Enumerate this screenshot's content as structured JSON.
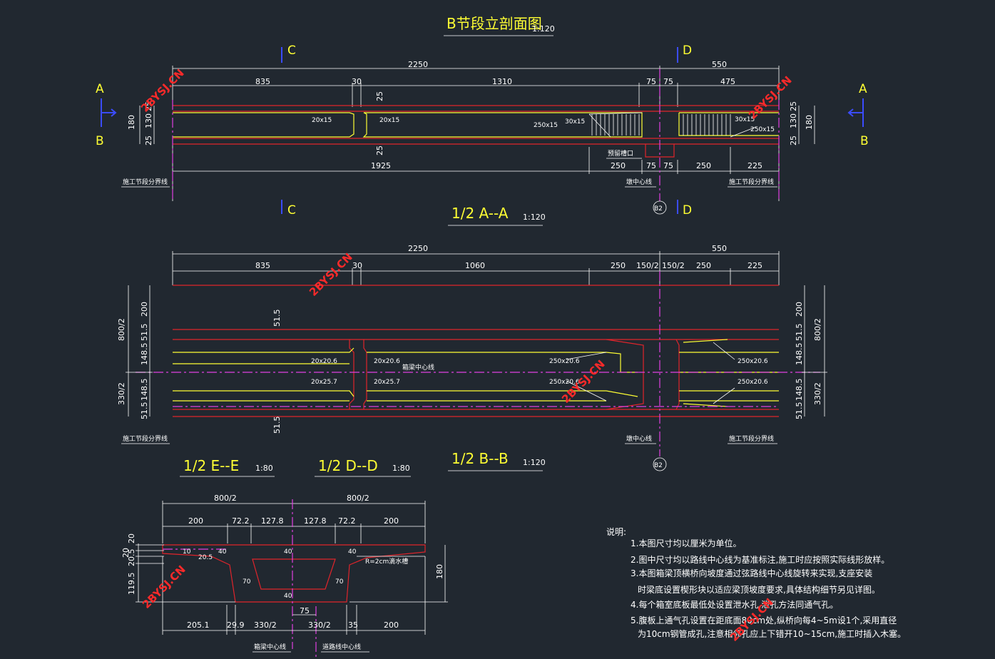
{
  "titles": {
    "b_section": {
      "text": "B节段立剖面图",
      "scale": "1:120"
    },
    "half_aa": {
      "text": "1/2 A--A",
      "scale": "1:120"
    },
    "half_ee": {
      "text": "1/2 E--E",
      "scale": "1:80"
    },
    "half_dd": {
      "text": "1/2 D--D",
      "scale": "1:80"
    },
    "half_bb": {
      "text": "1/2 B--B",
      "scale": "1:120"
    }
  },
  "section_marks": {
    "a": "A",
    "b": "B",
    "c": "C",
    "d": "D"
  },
  "axis_bubble": "B2",
  "watermark": "2BYSJ.CN",
  "elevation": {
    "top_dims": [
      "2250",
      "550",
      "835",
      "30",
      "1310",
      "75",
      "75",
      "475"
    ],
    "bottom_dims": [
      "1925",
      "250",
      "75",
      "75",
      "250",
      "225"
    ],
    "left_dims": [
      "180",
      "130",
      "25",
      "25"
    ],
    "right_dims": [
      "130",
      "180",
      "25",
      "25"
    ],
    "mid_dims": [
      "25",
      "25"
    ],
    "tendons": [
      "20x15",
      "20x15",
      "250x15",
      "30x15",
      "30x15",
      "250x15"
    ],
    "labels": {
      "seg_left": "施工节段分界线",
      "seg_right": "施工节段分界线",
      "pier": "墩中心线",
      "jack": "预留槽口"
    }
  },
  "plan": {
    "top_dims": [
      "2250",
      "550",
      "835",
      "30",
      "1060",
      "250",
      "150/2",
      "150/2",
      "250",
      "225"
    ],
    "left_dims": [
      "800/2",
      "330/2",
      "200",
      "51.5",
      "148.5",
      "148.5",
      "51.5"
    ],
    "right_dims": [
      "200",
      "51.5",
      "148.5",
      "148.5",
      "51.5",
      "800/2",
      "330/2"
    ],
    "mid_dims": [
      "51.5",
      "51.5"
    ],
    "tendons": [
      "20x20.6",
      "20x20.6",
      "20x25.7",
      "20x25.7",
      "250x20.6",
      "250x20.6",
      "250x20.6",
      "250x20.6"
    ],
    "labels": {
      "center": "箱梁中心线",
      "seg_left": "施工节段分界线",
      "seg_right": "施工节段分界线",
      "pier": "墩中心线"
    }
  },
  "cross": {
    "top_dims": [
      "800/2",
      "800/2",
      "200",
      "72.2",
      "127.8",
      "127.8",
      "72.2",
      "200"
    ],
    "bottom_dims": [
      "205.1",
      "29.9",
      "330/2",
      "330/2",
      "35",
      "200",
      "75"
    ],
    "left_dims": [
      "20",
      "20",
      "20.5",
      "119.5"
    ],
    "right_dims": [
      "180"
    ],
    "inner": [
      "10",
      "20.5",
      "40",
      "40",
      "40",
      "40",
      "70",
      "70"
    ],
    "drip": "R=2cm滴水槽",
    "labels": {
      "box_center": "箱梁中心线",
      "road_center": "道路线中心线"
    }
  },
  "notes": {
    "heading": "说明:",
    "lines": [
      "1.本图尺寸均以厘米为单位。",
      "2.图中尺寸均以路线中心线为基准标注,施工时应按照实际线形放样。",
      "3.本图箱梁顶横桥向坡度通过弦路线中心线旋转来实现,支座安装",
      "时梁底设置楔形块以适应梁顶坡度要求,具体结构细节另见详图。",
      "4.每个箱室底板最低处设置泄水孔,泄孔方法同通气孔。",
      "5.腹板上通气孔设置在距底面80cm处,纵桥向每4~5m设1个,采用直径",
      "为10cm钢管成孔,注意相邻孔应上下错开10~15cm,施工时插入木塞。"
    ]
  },
  "colors": {
    "background": "#212830",
    "title": "#ffff33",
    "outline": "#e0242b",
    "tendon": "#ffff33",
    "centerline": "#e040e0",
    "cut": "#3b4cff",
    "watermark": "#ff2a2a"
  }
}
